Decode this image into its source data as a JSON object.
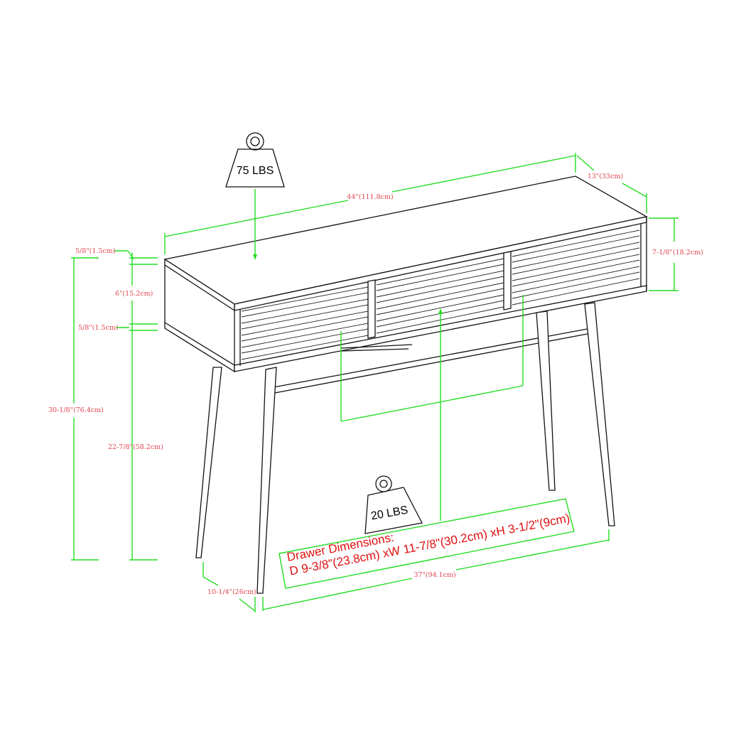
{
  "diagram": {
    "type": "product-dimension-diagram",
    "subject": "console table with three slatted drawers and tapered legs",
    "colors": {
      "dimension_lines": "#22dd22",
      "dimension_text": "#e0454f",
      "drawer_text": "#e01010",
      "outline": "#111111"
    },
    "weights": {
      "top_capacity": "75 LBS",
      "drawer_capacity": "20 LBS"
    },
    "dimensions": {
      "width_overall": "44\"(111.8cm)",
      "depth_overall": "13\"(33cm)",
      "apron_height_right": "7-1/8\"(18.2cm)",
      "top_thickness": "5/8\"(1.5cm)",
      "apron_inner_height": "6\"(15.2cm)",
      "bottom_thickness": "5/8\"(1.5cm)",
      "height_overall": "30-1/8\"(76.4cm)",
      "clearance_height": "22-7/8\"(58.2cm)",
      "leg_span_depth": "10-1/4\"(26cm)",
      "leg_span_width": "37\"(94.1cm)"
    },
    "drawer_box": {
      "line1": "Drawer Dimensions:",
      "line2": "D 9-3/8\"(23.8cm) xW 11-7/8\"(30.2cm)  xH 3-1/2\"(9cm)"
    }
  }
}
